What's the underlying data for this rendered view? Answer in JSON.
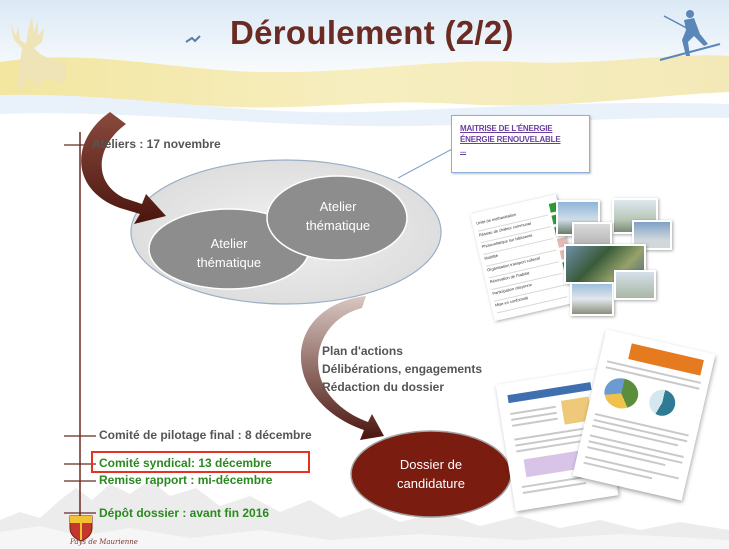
{
  "title": "Déroulement (2/2)",
  "timeline": {
    "ateliers": "Ateliers : 17 novembre",
    "comite_pilotage": "Comité de pilotage final : 8 décembre",
    "comite_syndical": "Comité syndical: 13 décembre",
    "remise_rapport": "Remise rapport : mi-décembre",
    "depot_dossier": "Dépôt dossier : avant fin 2016"
  },
  "ateliers_diagram": {
    "atelier_1_line1": "Atelier",
    "atelier_1_line2": "thématique",
    "atelier_2_line1": "Atelier",
    "atelier_2_line2": "thématique"
  },
  "callout": {
    "line1": "MAITRISE DE L'ÉNERGIE",
    "line2": "ÉNERGIE RENOUVELABLE",
    "line3": "..."
  },
  "plan": {
    "line1": "Plan d'actions",
    "line2": "Délibérations, engagements",
    "line3": "Rédaction du dossier"
  },
  "dossier": {
    "line1": "Dossier de",
    "line2": "candidature"
  },
  "indicators_panel": {
    "rows": [
      "Unité de méthanisation",
      "Réseau de chaleur communal",
      "Photovoltaïque sur bâtiments",
      "Mobilité",
      "Organisation transport collectif",
      "Rénovation de l'habitat",
      "Participation citoyenne",
      "Mise en conformité"
    ]
  },
  "colors": {
    "title": "#6b2a22",
    "timeline_gray": "#555555",
    "timeline_green": "#2a8a1f",
    "highlight_border": "#e53322",
    "ellipse_outer": "#e8e8e8",
    "ellipse_inner": "#8d8d8d",
    "dossier_fill": "#7a1c10",
    "arrow_dark": "#5b1e14",
    "callout_text": "#6a3ea0",
    "callout_border": "#8db0d8"
  },
  "icons": {
    "deer": "deer-silhouette-icon",
    "bird": "bird-icon",
    "skier": "skier-icon",
    "emblem": "coat-of-arms-icon"
  }
}
